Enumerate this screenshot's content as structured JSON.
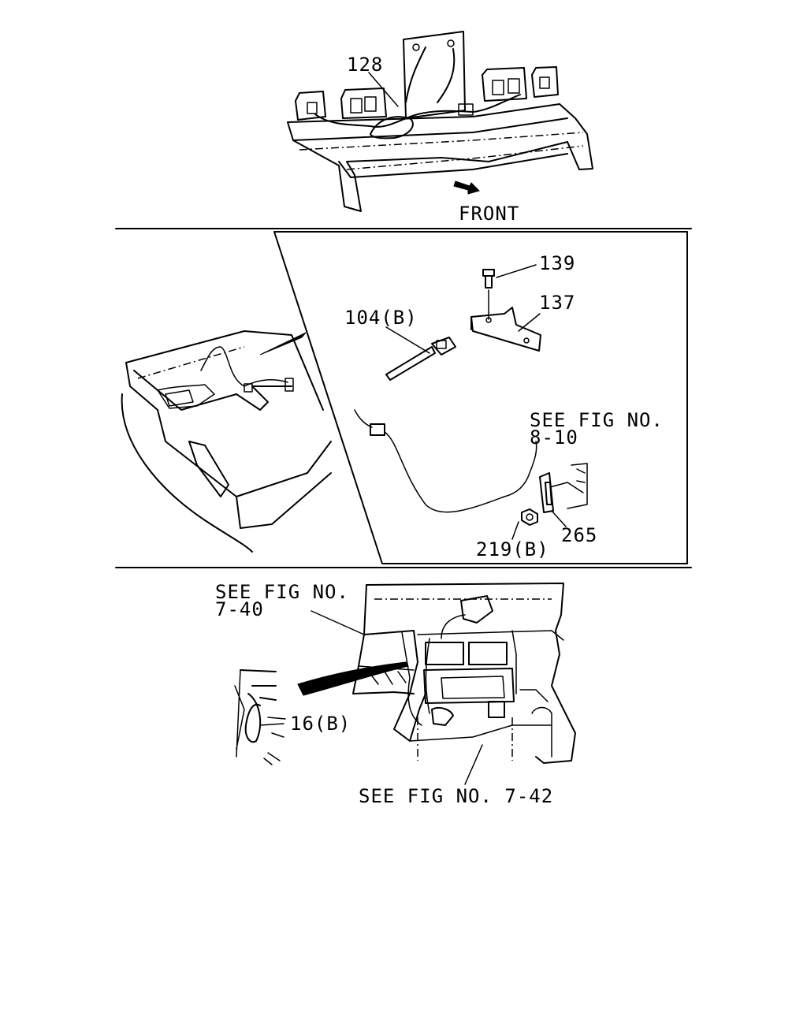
{
  "labels": {
    "part_128": "128",
    "front": "FRONT",
    "part_139": "139",
    "part_137": "137",
    "part_104b": "104(B)",
    "see_fig_8_10_line1": "SEE FIG NO.",
    "see_fig_8_10_line2": "8-10",
    "part_265": "265",
    "part_219b": "219(B)",
    "see_fig_7_40_line1": "SEE FIG NO.",
    "see_fig_7_40_line2": "7-40",
    "part_16b": "16(B)",
    "see_fig_7_42": "SEE FIG NO. 7-42"
  }
}
